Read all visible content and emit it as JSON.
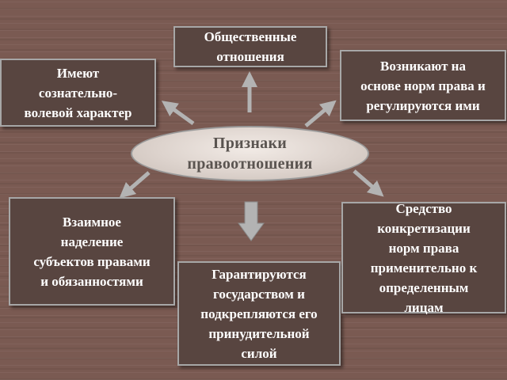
{
  "center": {
    "title": "Признаки\nправоотношения"
  },
  "boxes": {
    "top": "Общественные\nотношения",
    "top_left": "Имеют\nсознательно-\nволевой характер",
    "top_right": "Возникают на\nоснове норм права и\nрегулируются ими",
    "bottom_left": "Взаимное\nнаделение\nсубъектов правами\nи обязанностями",
    "bottom_center": "Гарантируются\nгосударством и\nподкрепляются его\nпринудительной\nсилой",
    "bottom_right": "Средство\nконкретизации\nнорм права\nприменительно к\nопределенным\nлицам"
  },
  "colors": {
    "background": "#7a5a52",
    "box_fill": "#584540",
    "box_border": "#a7a7a7",
    "ellipse_fill": "#e6ddd7",
    "arrow": "#b3b3b3"
  },
  "icons": [
    "arrow-up-icon",
    "arrow-up-left-icon",
    "arrow-up-right-icon",
    "arrow-down-left-icon",
    "arrow-down-right-icon",
    "block-arrow-down-icon"
  ]
}
